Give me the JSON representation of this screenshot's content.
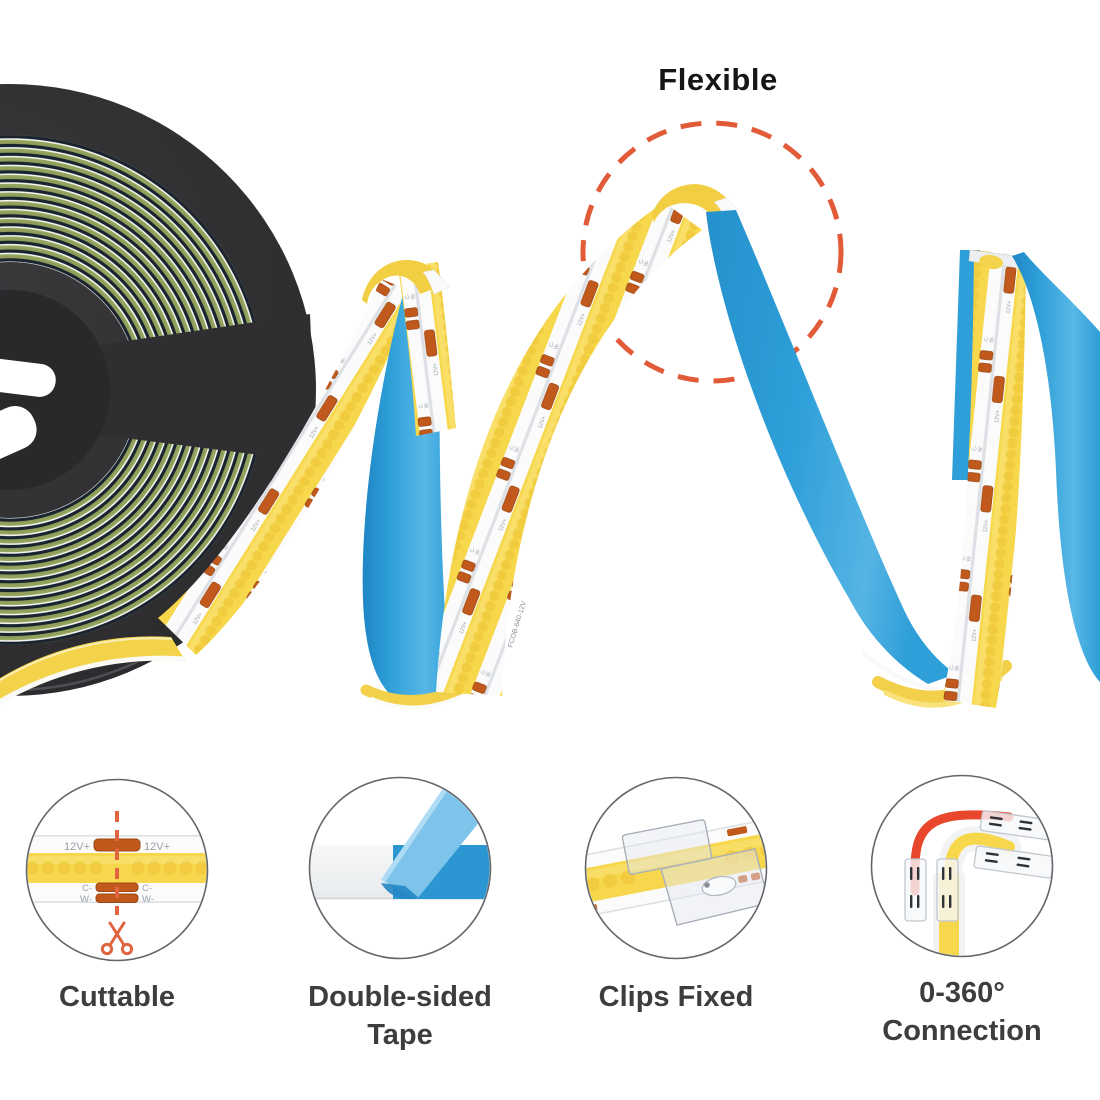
{
  "hero": {
    "flexible_label": "Flexible"
  },
  "strip_markings": {
    "positive_12v": "12V+",
    "cool_minus": "C-",
    "warm_minus": "W-",
    "model_code": "FCOB-640-12V"
  },
  "colors": {
    "accent_orange": "#E25B39",
    "strip_blue": "#2E9FD8",
    "cob_yellow": "#F7D84C",
    "copper_pad": "#C2591C",
    "reel_dark": "#2F2F31",
    "ring_olive": "#8C9C58",
    "ring_navy": "#1A2430",
    "caption_gray": "#3D3D3D"
  },
  "features": [
    {
      "label": "Cuttable",
      "label_line2": ""
    },
    {
      "label": "Double-sided",
      "label_line2": "Tape"
    },
    {
      "label": "Clips Fixed",
      "label_line2": ""
    },
    {
      "label": "0-360°",
      "label_line2": "Connection"
    }
  ]
}
